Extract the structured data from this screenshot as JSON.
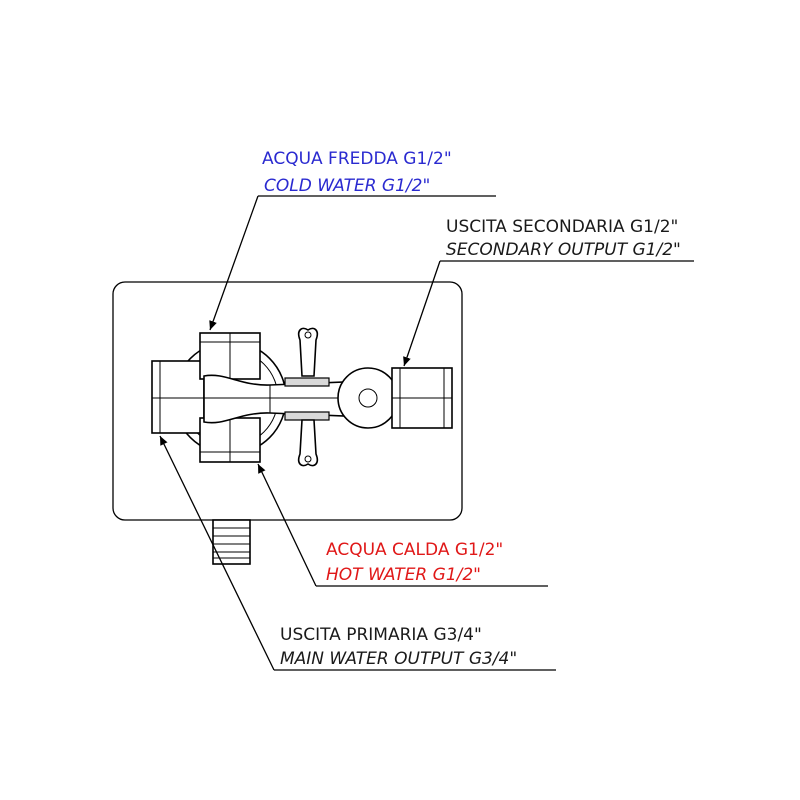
{
  "colors": {
    "cold": "#2a2ad0",
    "hot": "#e01818",
    "text": "#1a1a1a",
    "line": "#000000"
  },
  "labels": {
    "cold": {
      "line1": "ACQUA FREDDA G1/2\"",
      "line2": "COLD WATER G1/2\""
    },
    "secondary": {
      "line1": "USCITA SECONDARIA G1/2\"",
      "line2": "SECONDARY OUTPUT G1/2\""
    },
    "hot": {
      "line1": "ACQUA CALDA G1/2\"",
      "line2": "HOT WATER G1/2\""
    },
    "main": {
      "line1": "USCITA PRIMARIA G3/4\"",
      "line2": "MAIN WATER OUTPUT G3/4\""
    }
  }
}
